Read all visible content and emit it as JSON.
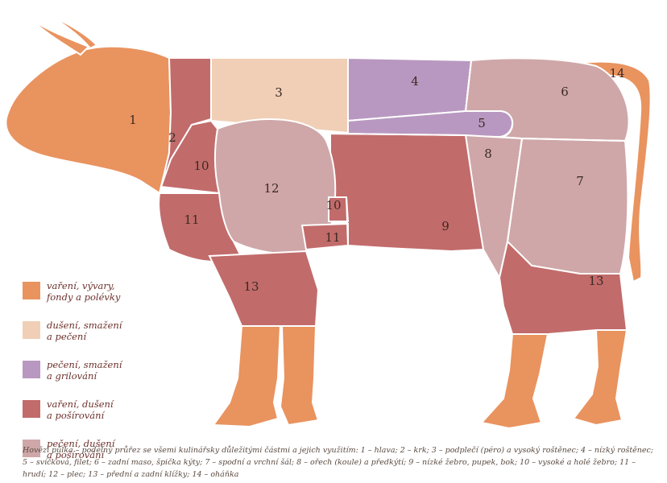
{
  "colors": {
    "orange": "#e9935f",
    "beige": "#f0cfb6",
    "purple": "#b898c0",
    "red": "#c26b6b",
    "mauve": "#cfa7a8",
    "outline": "#ffffff",
    "bone": "#d98a86"
  },
  "regions": [
    {
      "id": "1",
      "label": "1",
      "category": "orange"
    },
    {
      "id": "2",
      "label": "2",
      "category": "red"
    },
    {
      "id": "3",
      "label": "3",
      "category": "beige"
    },
    {
      "id": "4",
      "label": "4",
      "category": "purple"
    },
    {
      "id": "5",
      "label": "5",
      "category": "purple"
    },
    {
      "id": "6",
      "label": "6",
      "category": "mauve"
    },
    {
      "id": "7",
      "label": "7",
      "category": "mauve"
    },
    {
      "id": "8",
      "label": "8",
      "category": "mauve"
    },
    {
      "id": "9",
      "label": "9",
      "category": "red"
    },
    {
      "id": "10a",
      "label": "10",
      "category": "red"
    },
    {
      "id": "10b",
      "label": "10",
      "category": "red"
    },
    {
      "id": "11a",
      "label": "11",
      "category": "red"
    },
    {
      "id": "11b",
      "label": "11",
      "category": "red"
    },
    {
      "id": "12",
      "label": "12",
      "category": "mauve"
    },
    {
      "id": "13a",
      "label": "13",
      "category": "red"
    },
    {
      "id": "13b",
      "label": "13",
      "category": "red"
    },
    {
      "id": "14",
      "label": "14",
      "category": "orange"
    }
  ],
  "legend": [
    {
      "category": "orange",
      "text": "vaření, vývary,\nfondy a polévky"
    },
    {
      "category": "beige",
      "text": "dušení, smažení\na pečení"
    },
    {
      "category": "purple",
      "text": "pečení, smažení\na grilování"
    },
    {
      "category": "red",
      "text": "vaření, dušení\na pošírování"
    },
    {
      "category": "mauve",
      "text": "pečení, dušení\na pošírování"
    }
  ],
  "caption": "Hovězí půlka – podélný průřez se všemi kulinářsky důležitými částmi a jejich využitím: 1 – hlava; 2 – krk; 3 – podplečí (péro) a vysoký roštěnec; 4 – nízký roštěnec; 5 – svíčková, filet; 6 – zadní maso, špička kýty; 7 – spodní a vrchní šál; 8 – ořech (koule) a předkýtí; 9 – nízké žebro, pupek, bok; 10 – vysoké a holé žebro; 11 – hrudí; 12 – plec; 13 – přední a zadní klížky; 14 – oháňka"
}
